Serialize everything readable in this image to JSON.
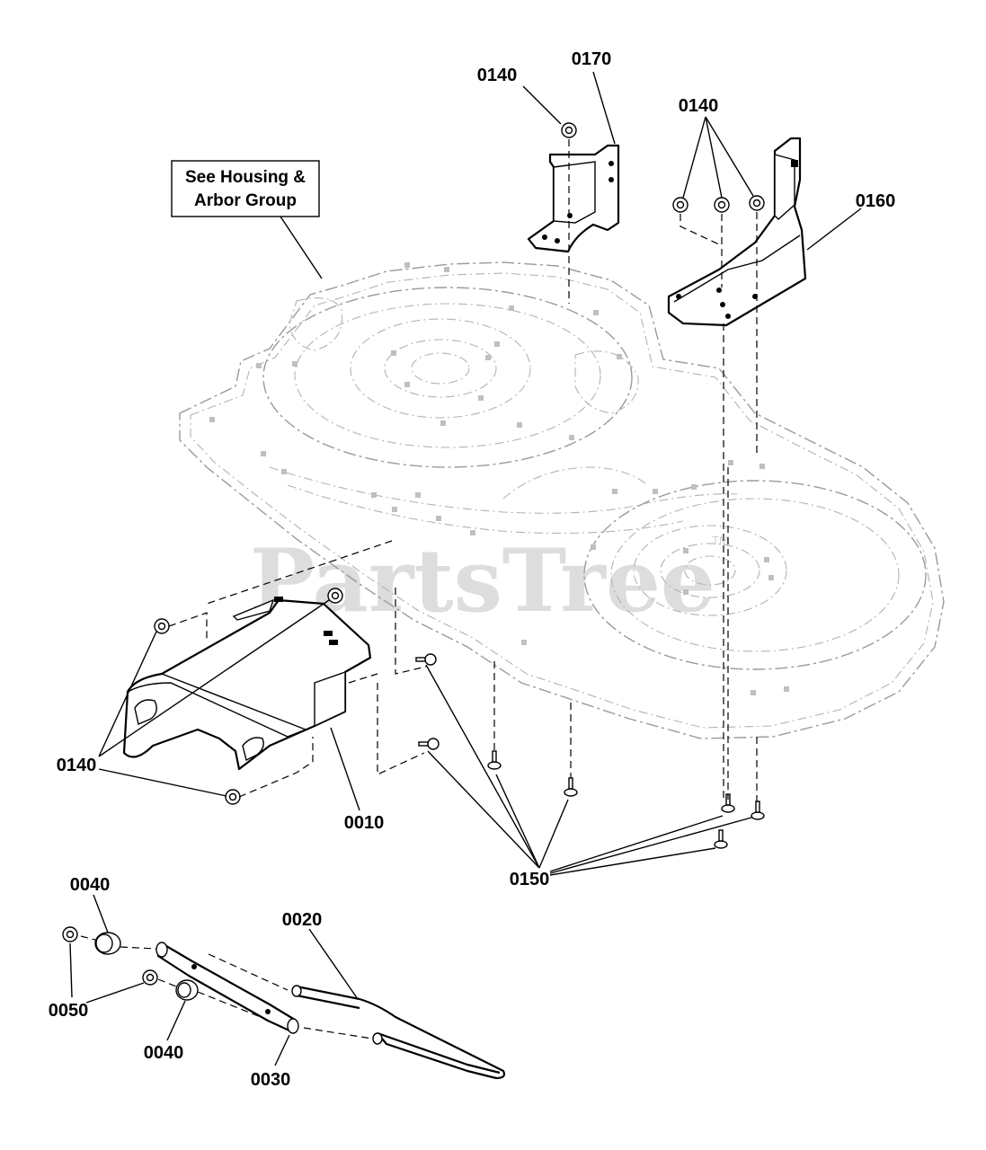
{
  "diagram": {
    "reference_note": [
      "See Housing &",
      "Arbor Group"
    ],
    "watermark": "PartsTree",
    "watermark_tm": "TM",
    "callouts": {
      "c0140_top": "0140",
      "c0170": "0170",
      "c0140_right": "0140",
      "c0160": "0160",
      "c0140_left": "0140",
      "c0010": "0010",
      "c0150": "0150",
      "c0040_top": "0040",
      "c0020": "0020",
      "c0050": "0050",
      "c0040_bottom": "0040",
      "c0030": "0030"
    }
  }
}
